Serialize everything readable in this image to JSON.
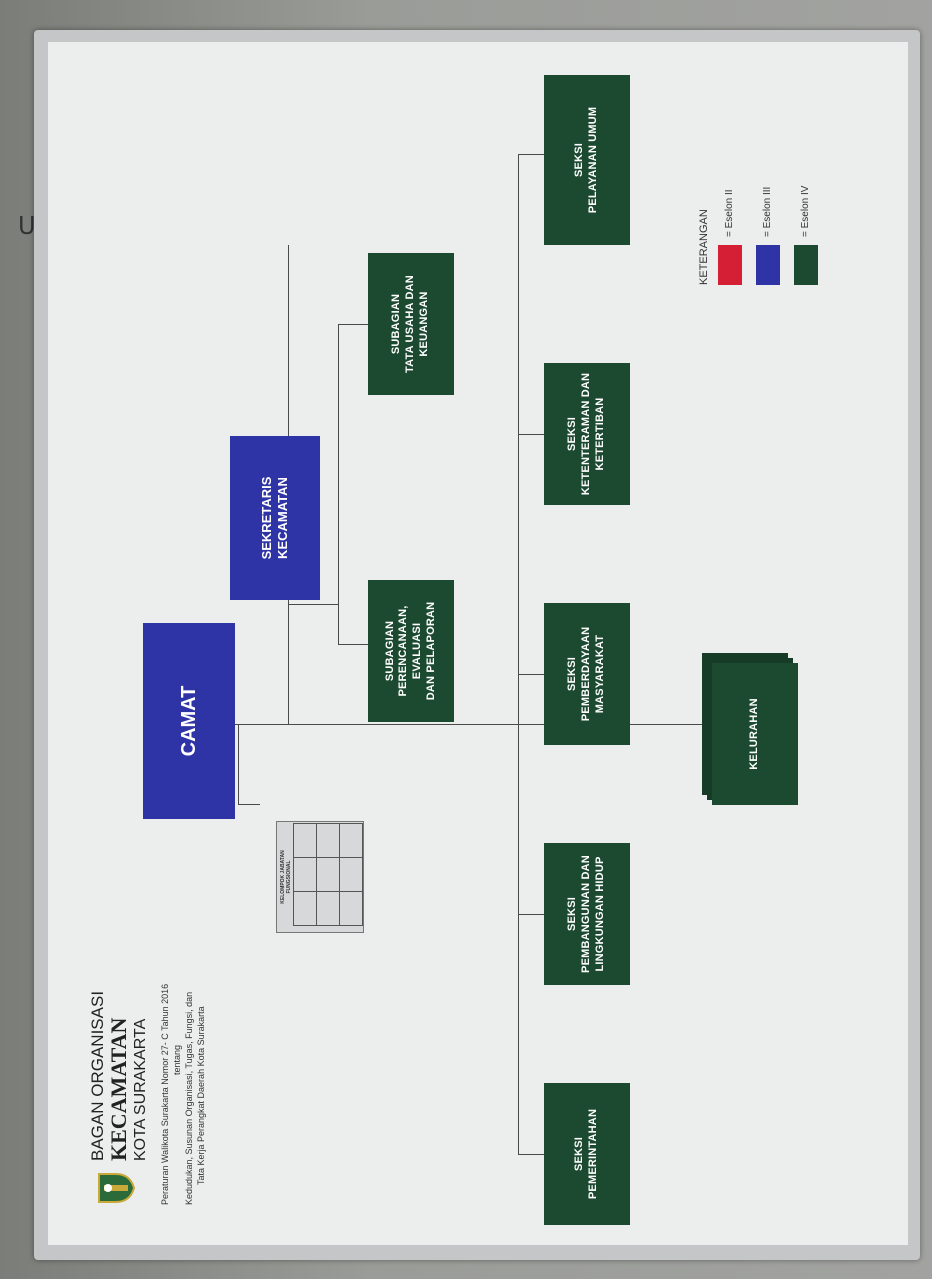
{
  "header": {
    "line1": "BAGAN ORGANISASI",
    "line2": "KECAMATAN",
    "line3": "KOTA SURAKARTA",
    "caption1": "Peraturan Walikota Surakarta Nomor 27- C Tahun 2016",
    "caption2": "tentang",
    "caption3": "Kedudukan, Susunan Organisasi, Tugas, Fungsi, dan",
    "caption4": "Tata Kerja Perangkat Daerah Kota Surakarta"
  },
  "nodes": {
    "camat": "CAMAT",
    "sekretaris_l1": "SEKRETARIS",
    "sekretaris_l2": "KECAMATAN",
    "fungsional_l1": "KELOMPOK JABATAN",
    "fungsional_l2": "FUNGSIONAL",
    "sub_perencanaan_l1": "SUBAGIAN",
    "sub_perencanaan_l2": "PERENCANAAN, EVALUASI",
    "sub_perencanaan_l3": "DAN PELAPORAN",
    "sub_tatausaha_l1": "SUBAGIAN",
    "sub_tatausaha_l2": "TATA USAHA DAN",
    "sub_tatausaha_l3": "KEUANGAN",
    "seksi_pemerintahan_l1": "SEKSI",
    "seksi_pemerintahan_l2": "PEMERINTAHAN",
    "seksi_pembangunan_l1": "SEKSI",
    "seksi_pembangunan_l2": "PEMBANGUNAN DAN",
    "seksi_pembangunan_l3": "LINGKUNGAN HIDUP",
    "seksi_pemberdayaan_l1": "SEKSI",
    "seksi_pemberdayaan_l2": "PEMBERDAYAAN",
    "seksi_pemberdayaan_l3": "MASYARAKAT",
    "seksi_ketenteraman_l1": "SEKSI",
    "seksi_ketenteraman_l2": "KETENTERAMAN DAN",
    "seksi_ketenteraman_l3": "KETERTIBAN",
    "seksi_pelayanan_l1": "SEKSI",
    "seksi_pelayanan_l2": "PELAYANAN UMUM",
    "kelurahan": "KELURAHAN"
  },
  "legend": {
    "title": "KETERANGAN",
    "items": [
      {
        "label": "= Eselon II",
        "color": "#d41f35"
      },
      {
        "label": "= Eselon III",
        "color": "#2e33a5"
      },
      {
        "label": "= Eselon IV",
        "color": "#1c4a30"
      }
    ]
  },
  "colors": {
    "blue": "#2e33a5",
    "green": "#1c4a30",
    "red": "#d41f35"
  }
}
